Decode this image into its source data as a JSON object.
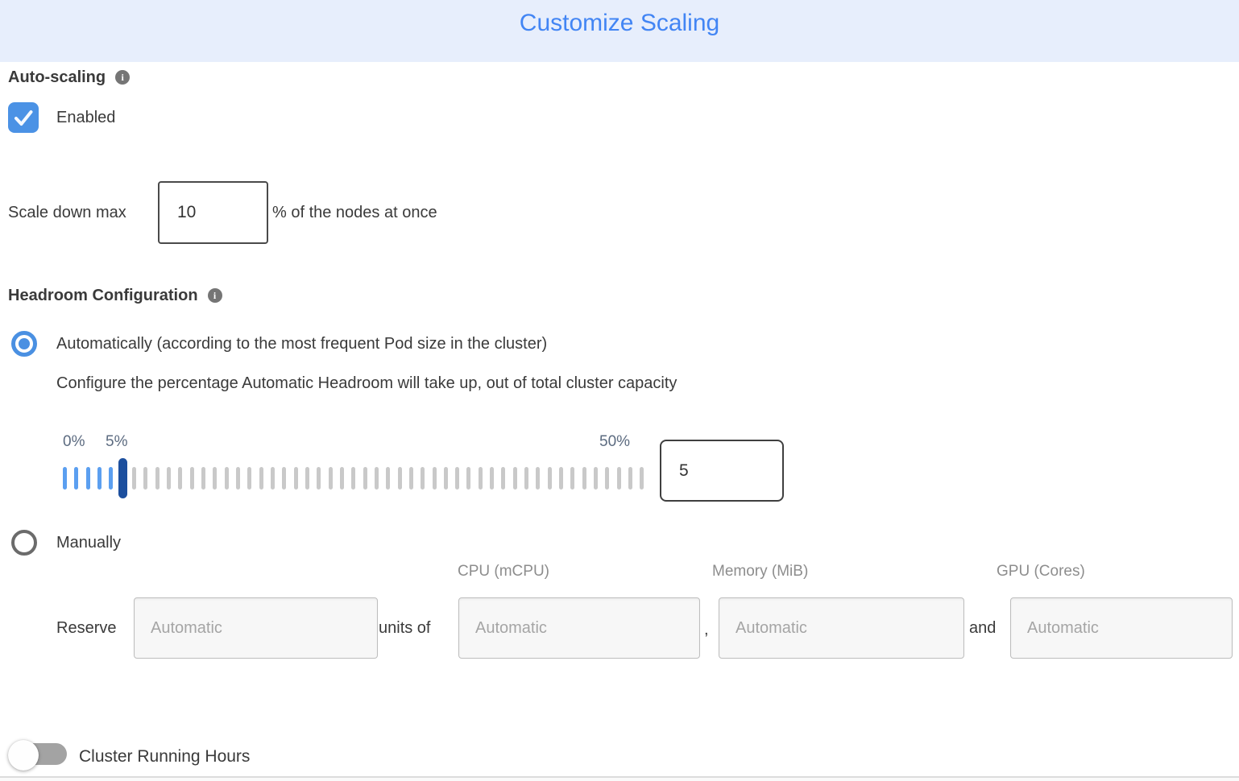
{
  "header": {
    "title": "Customize Scaling"
  },
  "auto_scaling": {
    "label": "Auto-scaling",
    "enabled_label": "Enabled",
    "checked": true
  },
  "scale_down": {
    "prefix": "Scale down max",
    "value": "10",
    "suffix": "% of the nodes at once"
  },
  "headroom": {
    "label": "Headroom Configuration",
    "auto_option": "Automatically (according to the most frequent Pod size in the cluster)",
    "auto_selected": true,
    "auto_description": "Configure the percentage Automatic Headroom will take up, out of total cluster capacity",
    "slider": {
      "min_label": "0%",
      "current_label": "5%",
      "max_label": "50%",
      "value": "5",
      "tick_count": 51,
      "active_ticks": 6,
      "handle_index": 5
    },
    "manual_option": "Manually",
    "manual_selected": false
  },
  "manual_reserve": {
    "columns": [
      "CPU (mCPU)",
      "Memory (MiB)",
      "GPU (Cores)"
    ],
    "reserve_label": "Reserve",
    "units_of_label": "units of",
    "comma": ",",
    "and_label": "and",
    "placeholder": "Automatic"
  },
  "cluster_running_hours": {
    "label": "Cluster Running Hours",
    "enabled": false
  },
  "colors": {
    "accent_blue": "#4285f4",
    "header_bg": "#e7eefc",
    "checkbox_blue": "#4b92e5",
    "radio_blue": "#4a90e2",
    "tick_blue": "#5b9ff0",
    "handle_navy": "#1c4f9e",
    "tick_gray": "#c9c9c9",
    "slider_label": "#5c6b80",
    "toggle_track": "#a3a3a3"
  }
}
